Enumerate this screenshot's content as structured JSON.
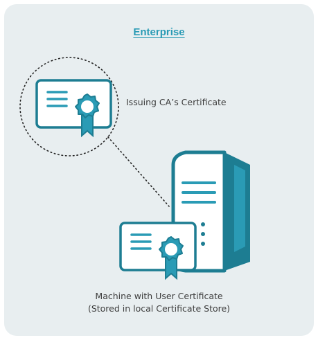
{
  "panel": {
    "title": "Enterprise"
  },
  "issuing_ca": {
    "label": "Issuing CA’s Certificate"
  },
  "machine": {
    "caption_line1": "Machine with User Certificate",
    "caption_line2": "(Stored in local Certificate Store)"
  },
  "colors": {
    "accent": "#2a9bb5",
    "accent_dark": "#1d7d92",
    "panel_bg": "#e8eef0",
    "text": "#3c3c3c"
  }
}
